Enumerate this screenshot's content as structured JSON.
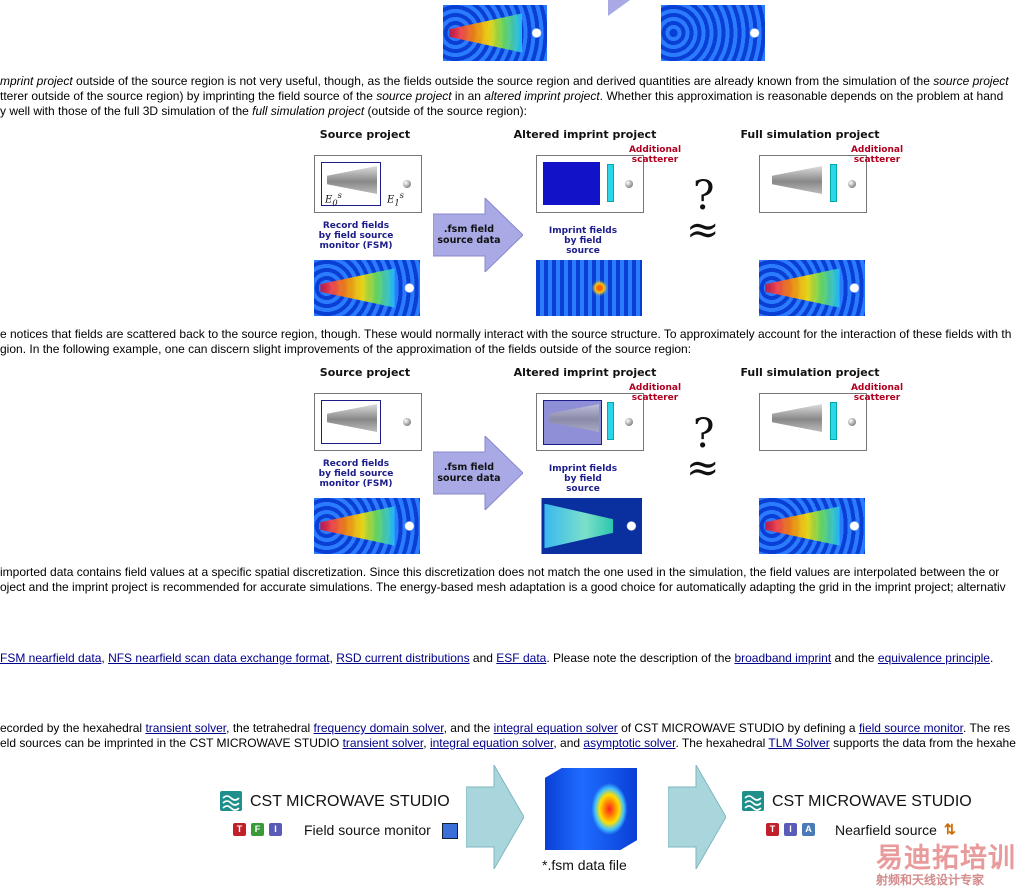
{
  "para1": {
    "l1": [
      {
        "t": "mprint project",
        "i": true
      },
      {
        "t": " outside of the source region is not very useful, though, as the fields outside the source region and derived quantities are already known from the simulation of the "
      },
      {
        "t": "source project",
        "i": true
      }
    ],
    "l2": [
      {
        "t": "tterer outside of the source region) by imprinting the field source of the "
      },
      {
        "t": "source project",
        "i": true
      },
      {
        "t": " in an "
      },
      {
        "t": "altered imprint project",
        "i": true
      },
      {
        "t": ". Whether this approximation is reasonable depends on the problem at hand"
      }
    ],
    "l3": [
      {
        "t": "y well with those of the full 3D simulation of the "
      },
      {
        "t": "full simulation project",
        "i": true
      },
      {
        "t": " (outside of the source region):"
      }
    ]
  },
  "figure1": {
    "source_title": "Source project",
    "altered_title": "Altered imprint project",
    "full_title": "Full simulation project",
    "e0_label": "E",
    "e1_label": "E",
    "record_label": "Record fields by field source monitor (FSM)",
    "arrow_label": ".fsm field source data",
    "imprint_label": "Imprint fields by field source",
    "additional": "Additional scatterer",
    "question": "?",
    "approx": "≈"
  },
  "para2": {
    "l1": "e notices that fields are scattered back to the source region, though. These would normally interact with the source structure. To approximately account for the interaction of these fields with th",
    "l2": "gion. In the following example, one can discern slight improvements of the approximation of the fields outside of the source region:"
  },
  "figure2": {
    "source_title": "Source project",
    "altered_title": "Altered imprint project",
    "full_title": "Full simulation project",
    "record_label": "Record fields by field source monitor (FSM)",
    "arrow_label": ".fsm field source data",
    "imprint_label": "Imprint fields by field source",
    "additional": "Additional scatterer",
    "question": "?",
    "approx": "≈"
  },
  "para3": {
    "l1": "imported data contains field values at a specific spatial discretization. Since this discretization does not match the one used in the simulation, the field values are interpolated between the or",
    "l2": "oject and the imprint project is recommended for accurate simulations. The energy-based mesh adaptation is a good choice for automatically adapting the grid in the imprint project; alternativ"
  },
  "links_line": [
    {
      "t": "FSM nearfield data",
      "a": true
    },
    {
      "t": ",  "
    },
    {
      "t": "NFS nearfield scan data exchange format",
      "a": true
    },
    {
      "t": ",  "
    },
    {
      "t": "RSD current distributions",
      "a": true
    },
    {
      "t": " and "
    },
    {
      "t": "ESF data",
      "a": true
    },
    {
      "t": ". Please note the description of the "
    },
    {
      "t": "broadband imprint",
      "a": true
    },
    {
      "t": " and the "
    },
    {
      "t": "equivalence principle",
      "a": true
    },
    {
      "t": "."
    }
  ],
  "para4": {
    "l1": [
      {
        "t": "ecorded by the hexahedral "
      },
      {
        "t": "transient solver",
        "a": true
      },
      {
        "t": ", the tetrahedral "
      },
      {
        "t": "frequency domain solver",
        "a": true
      },
      {
        "t": ", and the "
      },
      {
        "t": "integral equation solver",
        "a": true
      },
      {
        "t": " of CST MICROWAVE STUDIO by defining a "
      },
      {
        "t": "field source monitor",
        "a": true
      },
      {
        "t": ". The res"
      }
    ],
    "l2": [
      {
        "t": "eld sources can be imprinted in the CST MICROWAVE STUDIO "
      },
      {
        "t": "transient solver",
        "a": true
      },
      {
        "t": ", "
      },
      {
        "t": "integral equation solver",
        "a": true
      },
      {
        "t": ", and "
      },
      {
        "t": "asymptotic solver",
        "a": true
      },
      {
        "t": ". The hexahedral "
      },
      {
        "t": "TLM Solver",
        "a": true
      },
      {
        "t": " supports the data from the hexahe"
      }
    ]
  },
  "figure3": {
    "left_app": "CST MICROWAVE STUDIO",
    "left_item": "Field source monitor",
    "file_label": "*.fsm data file",
    "right_app": "CST MICROWAVE STUDIO",
    "right_item": "Nearfield source"
  },
  "watermark": {
    "cn": "易迪拓培训",
    "sub": "射频和天线设计专家"
  }
}
